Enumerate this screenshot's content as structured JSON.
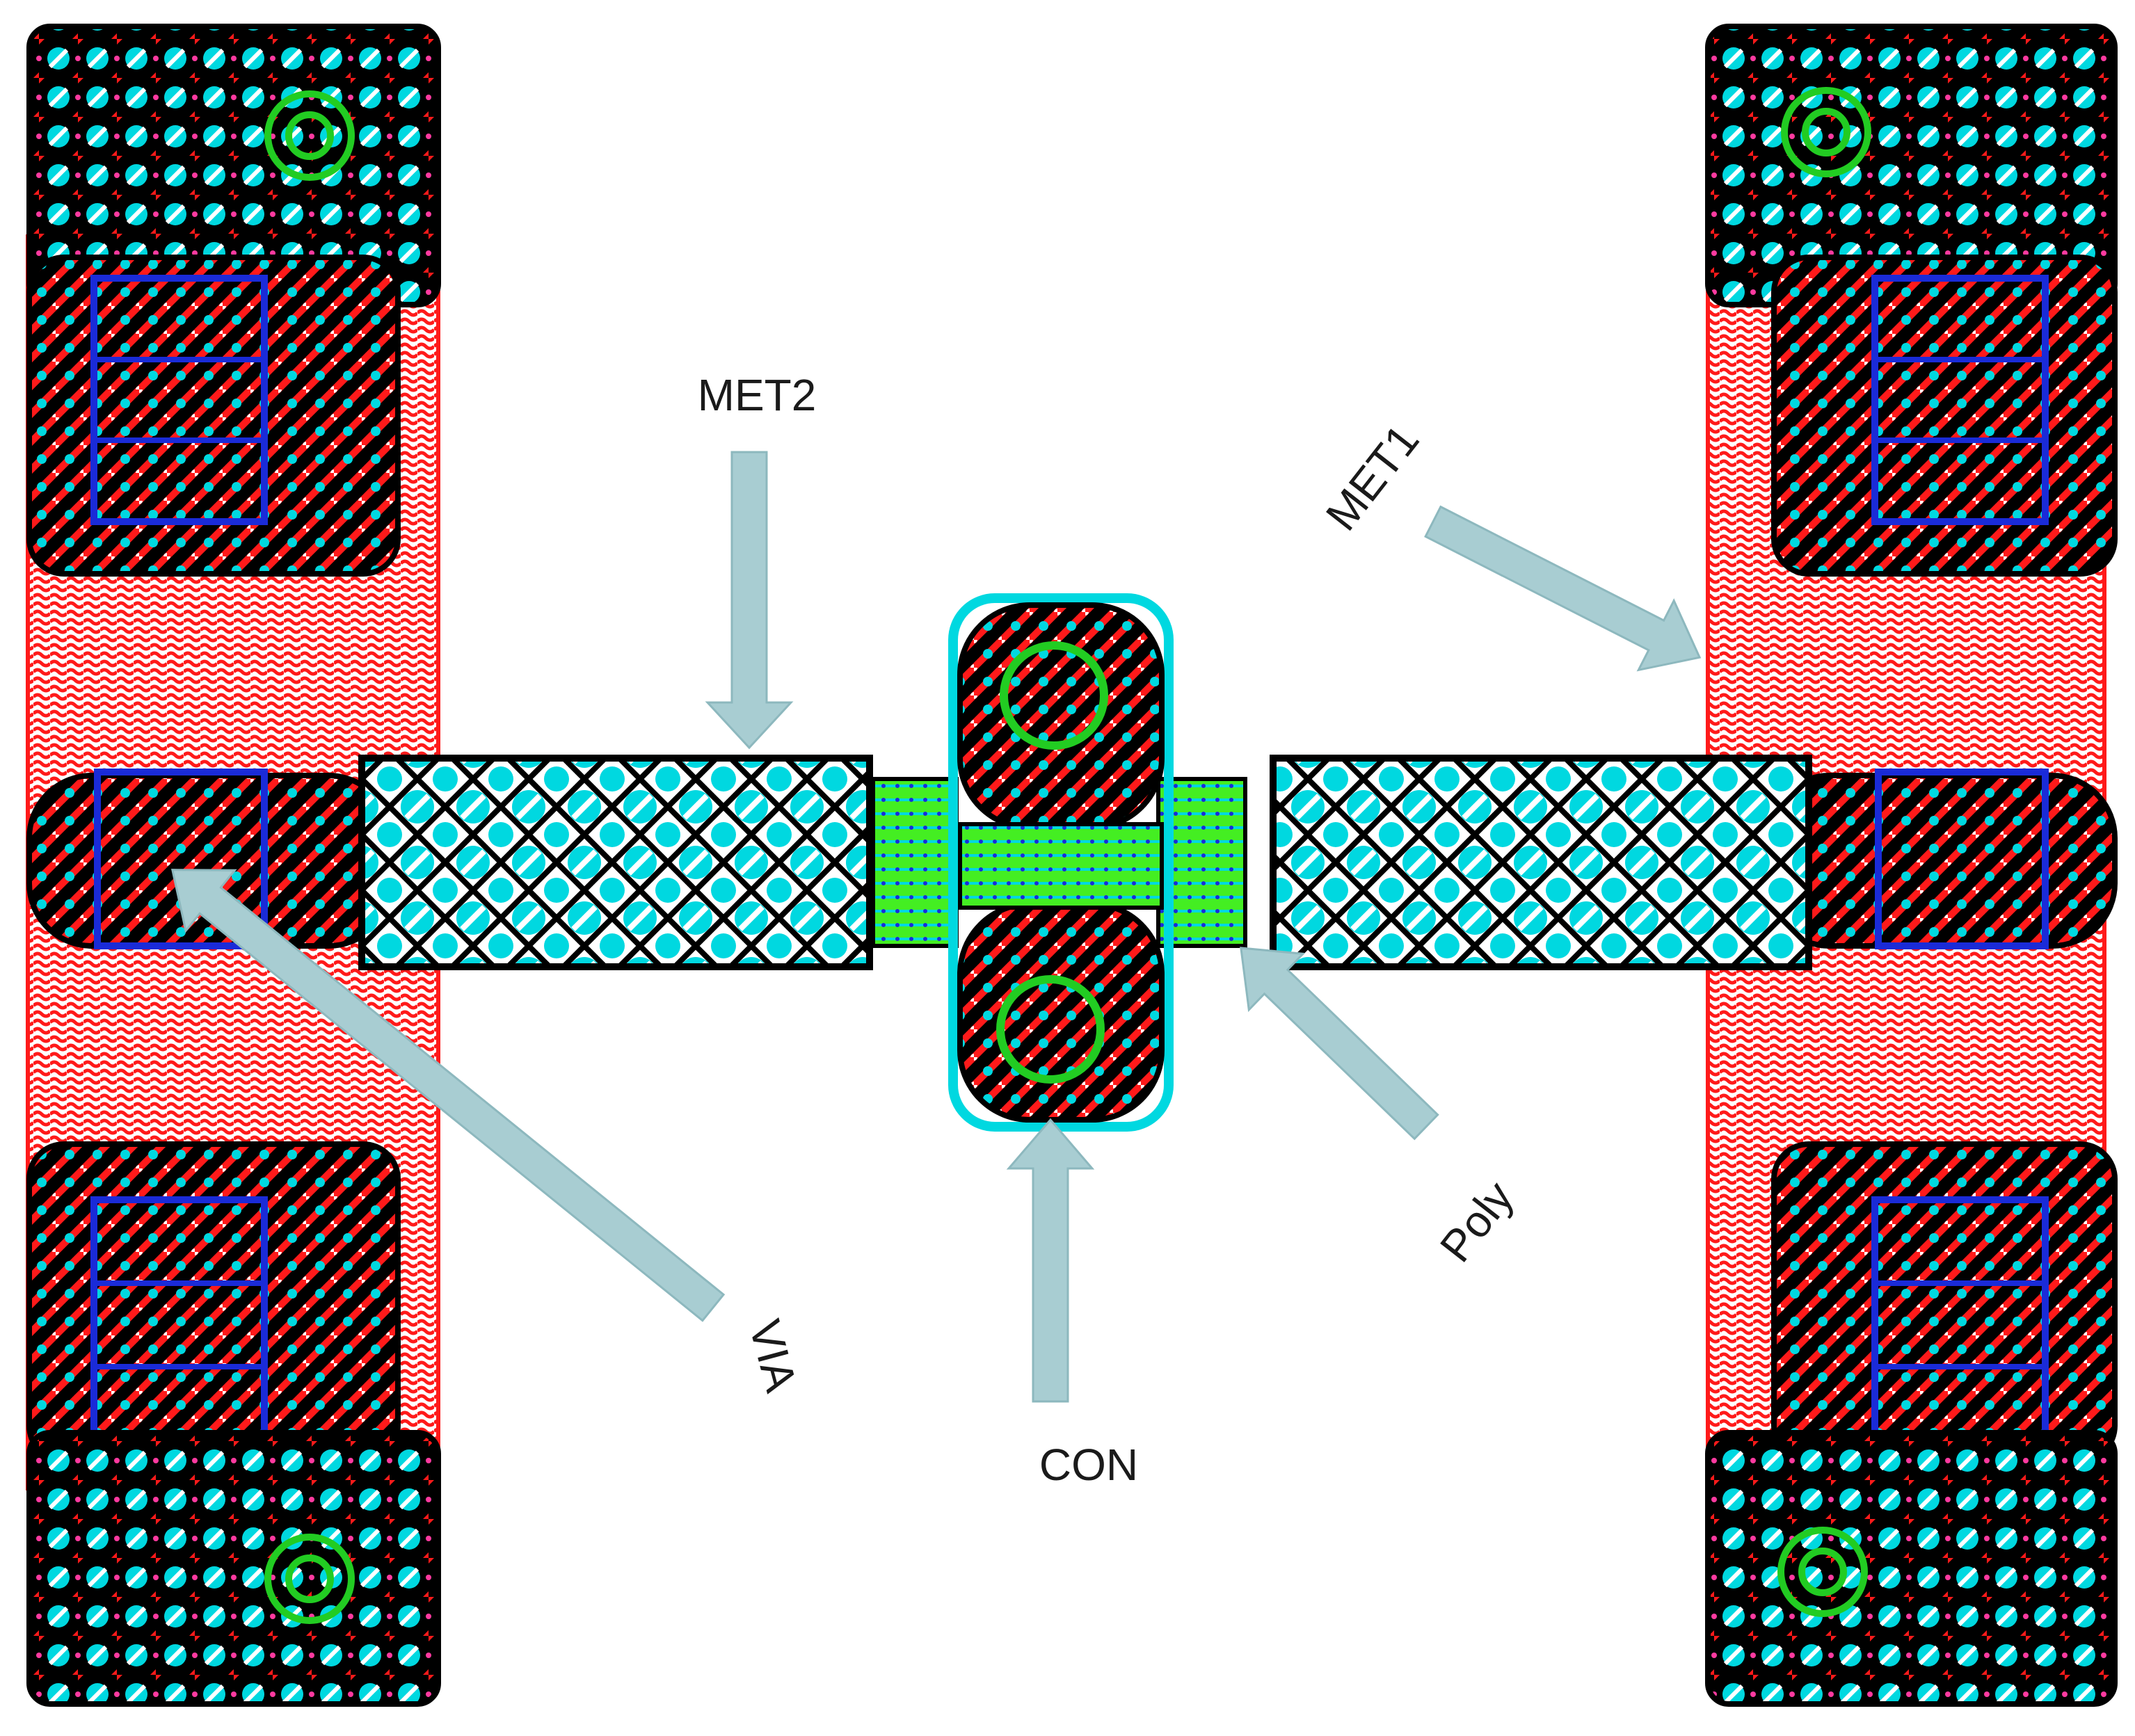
{
  "labels": {
    "met2": "MET2",
    "met1": "MET1",
    "via": "VIA",
    "con": "CON",
    "poly": "Poly"
  },
  "colors": {
    "background": "#ffffff",
    "met1_fill": "#ff1a1a",
    "met2_fill": "#00d8e0",
    "pattern_dark": "#000000",
    "via_outline": "#1a2bd8",
    "contact_ring": "#22cc22",
    "poly_green": "#44ee22",
    "arrow_fill": "#a8cdd2",
    "text": "#1a1a1a"
  }
}
